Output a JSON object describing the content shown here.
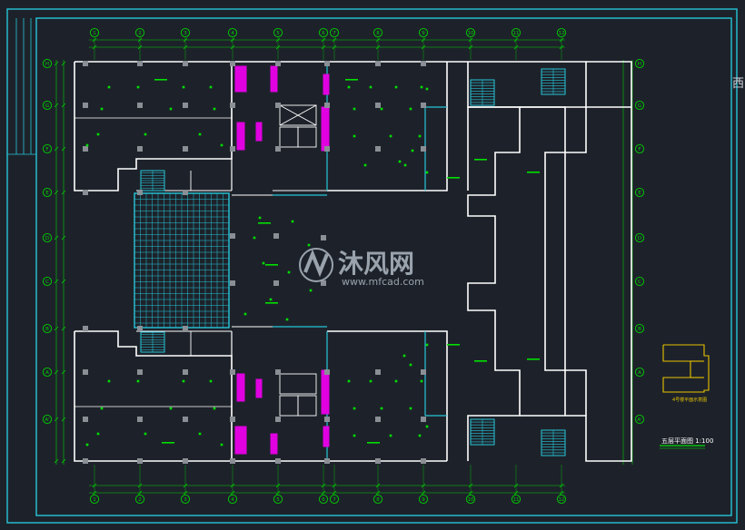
{
  "drawing": {
    "title_label": "五层平面图 1:100",
    "scale_label": "1:100",
    "key_plan_label": "4号楼平面示意图",
    "edge_text": "西",
    "colors": {
      "background": "#1d222a",
      "frame": "#26c6d8",
      "walls": "#ffffff",
      "columns": "#8a8f96",
      "symbols": "#00e000",
      "axes": "#00d000",
      "dims": "#00d000",
      "stairs": "#26c6d8",
      "toilet": "#e000e0",
      "keyplan": "#e6c300",
      "grid_hatch": "#26c6d8",
      "watermark": "#9aa3ad"
    }
  },
  "axes": {
    "top": [
      "1",
      "2",
      "3",
      "4",
      "5",
      "6",
      "7",
      "8",
      "9",
      "10",
      "11",
      "12"
    ],
    "bottom": [
      "1",
      "2",
      "3",
      "4",
      "5",
      "6",
      "7",
      "8",
      "9",
      "10",
      "11",
      "12"
    ],
    "left": [
      "H",
      "G",
      "F",
      "E",
      "D",
      "C",
      "B",
      "A",
      "A'"
    ],
    "right": [
      "H",
      "G",
      "F",
      "E",
      "D",
      "C",
      "B",
      "A",
      "A'"
    ]
  },
  "watermark": {
    "brand": "沐风网",
    "url": "www.mfcad.com"
  }
}
